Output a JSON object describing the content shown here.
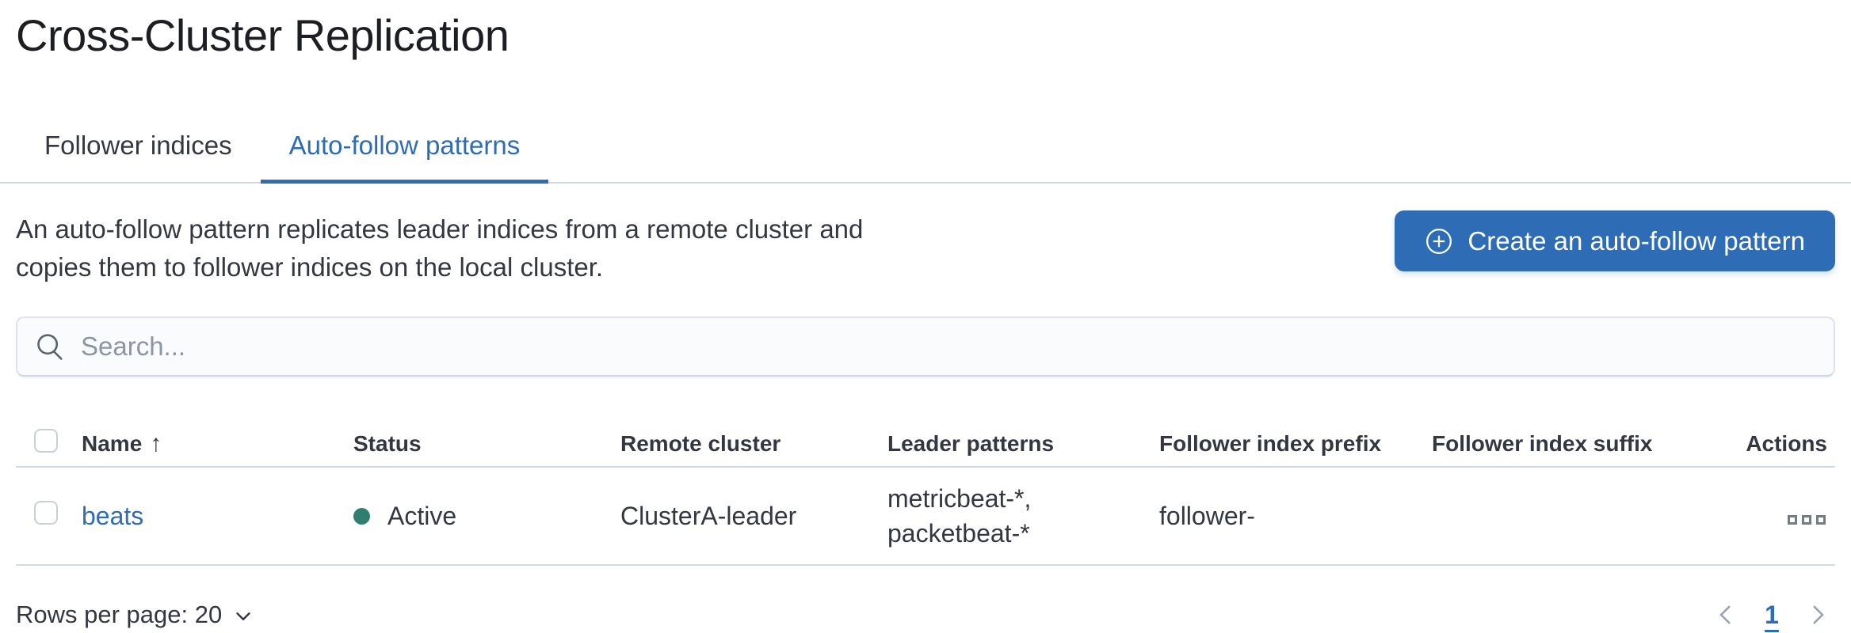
{
  "page": {
    "title": "Cross-Cluster Replication"
  },
  "tabs": {
    "items": [
      {
        "label": "Follower indices"
      },
      {
        "label": "Auto-follow patterns"
      }
    ],
    "active": "Auto-follow patterns"
  },
  "intro": {
    "description": "An auto-follow pattern replicates leader indices from a remote cluster and copies them to follower indices on the local cluster.",
    "create_button": {
      "label": "Create an auto-follow pattern",
      "icon": "plus-in-circle-icon"
    }
  },
  "search": {
    "placeholder": "Search...",
    "value": "",
    "icon": "search-icon"
  },
  "table": {
    "columns": [
      "Name",
      "Status",
      "Remote cluster",
      "Leader patterns",
      "Follower index prefix",
      "Follower index suffix",
      "Actions"
    ],
    "sort": {
      "column": "Name",
      "direction": "ascending",
      "icon": "sort-ascending-arrow-icon",
      "glyph": "↑"
    },
    "rows": [
      {
        "name": "beats",
        "status": "Active",
        "remote_cluster": "ClusterA-leader",
        "leader_patterns": "metricbeat-*, packetbeat-*",
        "follower_index_prefix": "follower-",
        "follower_index_suffix": "",
        "actions_icon": "boxes-horizontal-icon"
      }
    ]
  },
  "footer": {
    "rows_per_page": {
      "label": "Rows per page: 20",
      "icon": "chevron-down-icon"
    },
    "pagination": {
      "previous_icon": "chevron-left-icon",
      "pages": [
        "1"
      ],
      "active_page": "1",
      "next_icon": "chevron-right-icon"
    }
  },
  "colors": {
    "primary_blue": "#2e6cb5",
    "status_active_dot": "#2f7e70",
    "divider": "#d3dae6",
    "search_background": "#fafbfd"
  }
}
